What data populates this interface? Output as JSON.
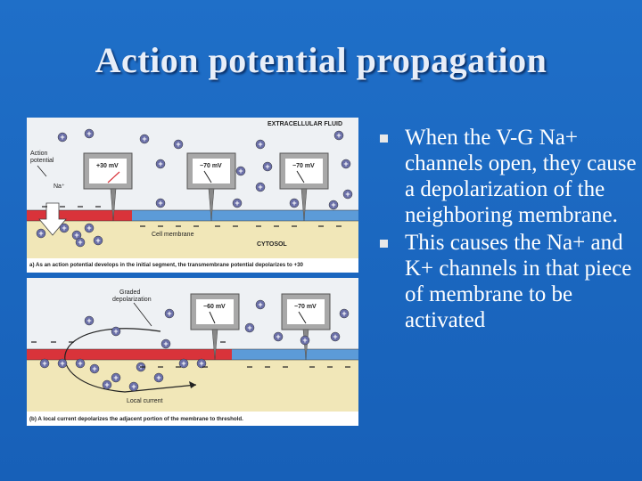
{
  "slide": {
    "title": "Action potential propagation",
    "bullets": [
      "When the V-G Na+ channels open, they cause a depolarization of the neighboring membrane.",
      "This causes the Na+ and K+ channels in that piece of membrane to be activated"
    ]
  },
  "figure_a": {
    "extracellular_label": "EXTRACELLULAR FLUID",
    "action_potential_label": [
      "Action",
      "potential"
    ],
    "na_label": "Na⁺",
    "meters": [
      "+30 mV",
      "−70 mV",
      "−70 mV"
    ],
    "membrane_label": "Cell membrane",
    "cytosol_label": "CYTOSOL",
    "caption": "a) As an action potential develops in the initial segment, the transmembrane potential depolarizes to +30"
  },
  "figure_b": {
    "graded_label": [
      "Graded",
      "depolarization"
    ],
    "meters": [
      "−60 mV",
      "−70 mV"
    ],
    "local_current_label": "Local current",
    "caption": "(b) A local current depolarizes the adjacent portion of the membrane to threshold."
  },
  "colors": {
    "background": "#1f6fc8",
    "title": "#e8eef8",
    "depolarized_membrane": "#d9333a",
    "resting_membrane": "#5c9bd8",
    "extracellular": "#eef1f4",
    "cytosol": "#f1e7b8"
  }
}
